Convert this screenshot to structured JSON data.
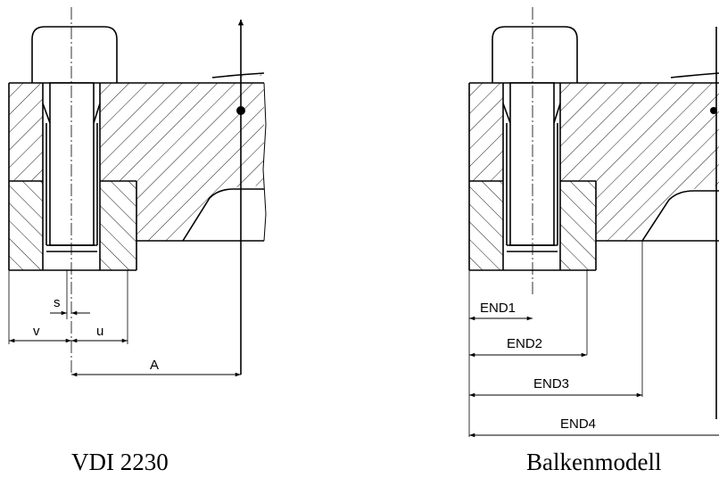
{
  "left_view": {
    "caption": "VDI 2230",
    "dims": {
      "s": "s",
      "v": "v",
      "u": "u",
      "A": "A"
    }
  },
  "right_view": {
    "caption": "Balkenmodell",
    "dims": {
      "end1": "END1",
      "end2": "END2",
      "end3": "END3",
      "end4": "END4"
    }
  }
}
